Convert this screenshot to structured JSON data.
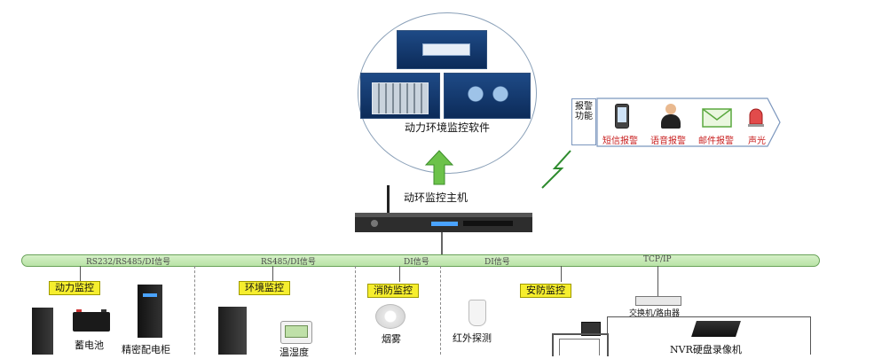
{
  "software": {
    "label": "动力环境监控软件"
  },
  "host": {
    "label": "动环监控主机"
  },
  "alarm": {
    "title": "报警功能",
    "items": [
      {
        "label": "短信报警",
        "icon": "phone-icon"
      },
      {
        "label": "语音报警",
        "icon": "person-call-icon"
      },
      {
        "label": "邮件报警",
        "icon": "envelope-icon"
      },
      {
        "label": "声光",
        "icon": "siren-icon"
      }
    ]
  },
  "bus": {
    "labels": [
      "RS232/RS485/DI信号",
      "RS485/DI信号",
      "DI信号",
      "DI信号",
      "TCP/IP"
    ]
  },
  "categories": [
    {
      "label": "动力监控",
      "devices": [
        "蓄电池",
        "精密配电柜"
      ]
    },
    {
      "label": "环境监控",
      "devices": [
        "温湿度"
      ]
    },
    {
      "label": "消防监控",
      "devices": [
        "烟雾"
      ]
    },
    {
      "label": "安防监控",
      "devices": [
        "红外探测",
        "交换机/路由器",
        "NVR硬盘录像机"
      ]
    }
  ],
  "colors": {
    "bus_fill": "#c7eab6",
    "category_fill": "#f6ee2e",
    "arrow_green": "#6cc24a",
    "alarm_red": "#c81e1e"
  }
}
